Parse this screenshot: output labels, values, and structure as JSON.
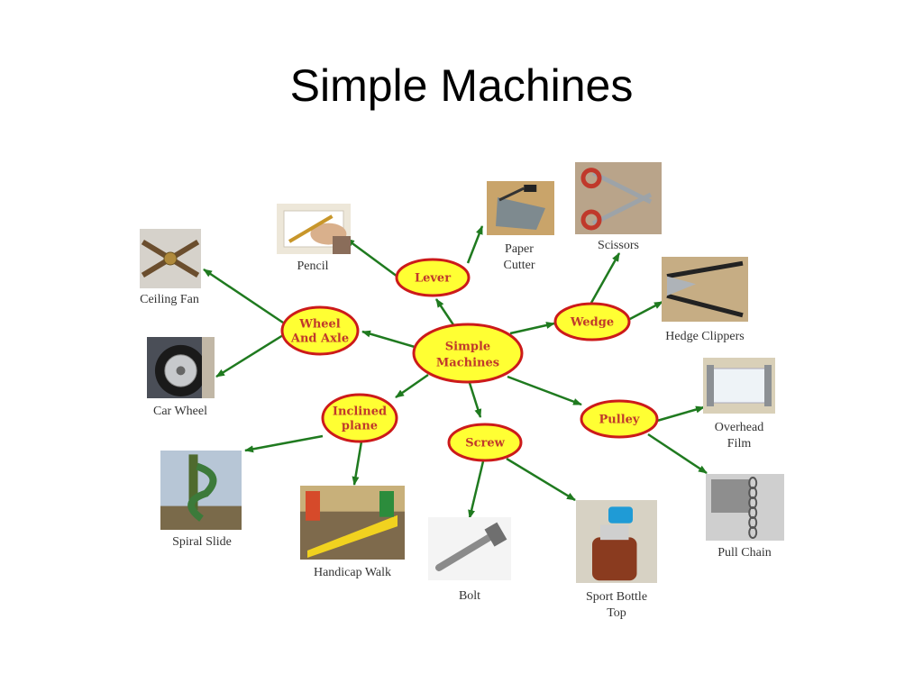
{
  "title": "Simple Machines",
  "colors": {
    "oval_fill": "#ffff33",
    "oval_stroke": "#cc1a1a",
    "oval_text": "#c0392b",
    "arrow": "#1f7a1f"
  },
  "center": {
    "lines": [
      "Simple",
      "Machines"
    ]
  },
  "machines": [
    {
      "id": "lever",
      "lines": [
        "Lever"
      ],
      "examples": [
        {
          "id": "pencil",
          "lines": [
            "Pencil"
          ],
          "icon": "pencil-icon"
        },
        {
          "id": "paper-cutter",
          "lines": [
            "Paper",
            "Cutter"
          ],
          "icon": "paper-cutter-icon"
        }
      ]
    },
    {
      "id": "wheel-and-axle",
      "lines": [
        "Wheel",
        "And Axle"
      ],
      "examples": [
        {
          "id": "ceiling-fan",
          "lines": [
            "Ceiling Fan"
          ],
          "icon": "ceiling-fan-icon"
        },
        {
          "id": "car-wheel",
          "lines": [
            "Car Wheel"
          ],
          "icon": "car-wheel-icon"
        }
      ]
    },
    {
      "id": "wedge",
      "lines": [
        "Wedge"
      ],
      "examples": [
        {
          "id": "scissors",
          "lines": [
            "Scissors"
          ],
          "icon": "scissors-icon"
        },
        {
          "id": "hedge-clippers",
          "lines": [
            "Hedge Clippers"
          ],
          "icon": "hedge-clippers-icon"
        }
      ]
    },
    {
      "id": "pulley",
      "lines": [
        "Pulley"
      ],
      "examples": [
        {
          "id": "overhead-film",
          "lines": [
            "Overhead",
            "Film"
          ],
          "icon": "overhead-film-icon"
        },
        {
          "id": "pull-chain",
          "lines": [
            "Pull Chain"
          ],
          "icon": "pull-chain-icon"
        }
      ]
    },
    {
      "id": "screw",
      "lines": [
        "Screw"
      ],
      "examples": [
        {
          "id": "bolt",
          "lines": [
            "Bolt"
          ],
          "icon": "bolt-icon"
        },
        {
          "id": "sport-bottle-top",
          "lines": [
            "Sport Bottle",
            "Top"
          ],
          "icon": "sport-bottle-icon"
        }
      ]
    },
    {
      "id": "inclined-plane",
      "lines": [
        "Inclined",
        "plane"
      ],
      "examples": [
        {
          "id": "spiral-slide",
          "lines": [
            "Spiral Slide"
          ],
          "icon": "spiral-slide-icon"
        },
        {
          "id": "handicap-walk",
          "lines": [
            "Handicap Walk"
          ],
          "icon": "handicap-walk-icon"
        }
      ]
    }
  ]
}
